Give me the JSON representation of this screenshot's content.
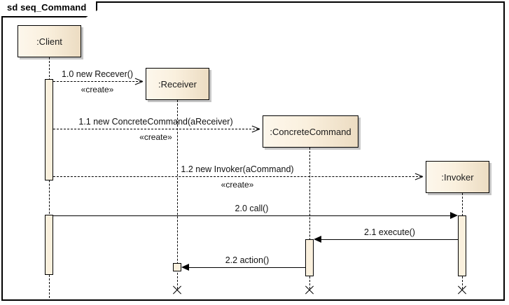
{
  "frame": {
    "label": "sd seq_Command",
    "kind": "sd"
  },
  "participants": [
    {
      "id": "client",
      "label": ":Client"
    },
    {
      "id": "receiver",
      "label": ":Receiver"
    },
    {
      "id": "concretecommand",
      "label": ":ConcreteCommand"
    },
    {
      "id": "invoker",
      "label": ":Invoker"
    }
  ],
  "messages": [
    {
      "id": "m10",
      "label": "1.0 new Recever()",
      "stereotype": "«create»",
      "from": "client",
      "to": "receiver",
      "kind": "create",
      "style": "dashed"
    },
    {
      "id": "m11",
      "label": "1.1 new ConcreteCommand(aReceiver)",
      "stereotype": "«create»",
      "from": "client",
      "to": "concretecommand",
      "kind": "create",
      "style": "dashed"
    },
    {
      "id": "m12",
      "label": "1.2 new Invoker(aCommand)",
      "stereotype": "«create»",
      "from": "client",
      "to": "invoker",
      "kind": "create",
      "style": "dashed"
    },
    {
      "id": "m20",
      "label": "2.0 call()",
      "stereotype": "",
      "from": "client",
      "to": "invoker",
      "kind": "call",
      "style": "solid"
    },
    {
      "id": "m21",
      "label": "2.1 execute()",
      "stereotype": "",
      "from": "invoker",
      "to": "concretecommand",
      "kind": "call",
      "style": "solid"
    },
    {
      "id": "m22",
      "label": "2.2 action()",
      "stereotype": "",
      "from": "concretecommand",
      "to": "receiver",
      "kind": "call",
      "style": "solid"
    }
  ],
  "destroyed": [
    "receiver",
    "concretecommand",
    "invoker"
  ],
  "colors": {
    "box_fill_light": "#fdf7ec",
    "box_fill_dark": "#ecdcc2",
    "activation_fill": "#faf0dd",
    "line": "#000000",
    "background": "#ffffff"
  }
}
